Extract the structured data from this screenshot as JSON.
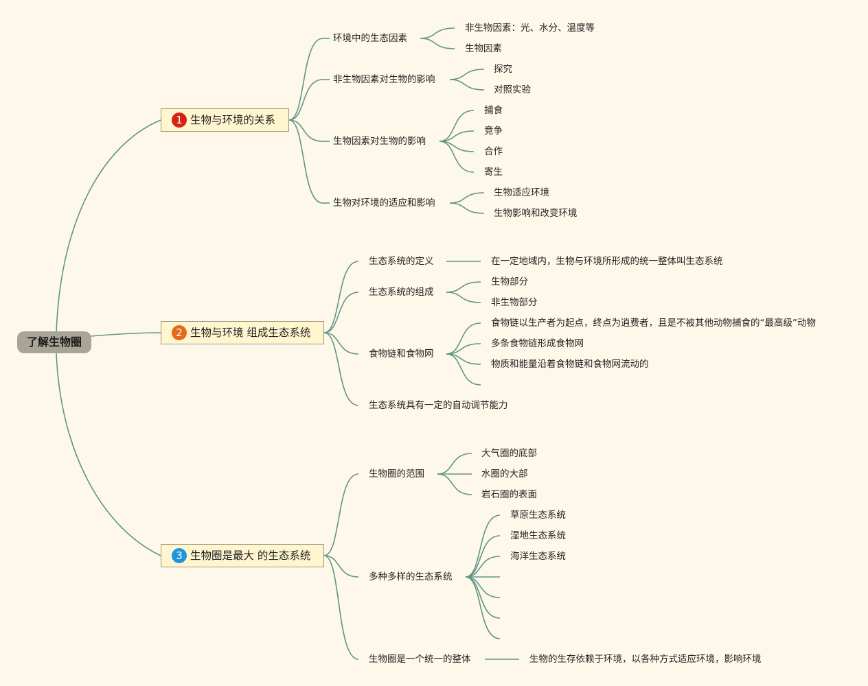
{
  "root": "了解生物圈",
  "colors": {
    "line": "#5f9585",
    "b1": "#d42416",
    "b2": "#e46a18",
    "b3": "#1f95dc"
  },
  "branches": [
    {
      "num": "1",
      "label": "生物与环境的关系",
      "children": [
        {
          "label": "环境中的生态因素",
          "children": [
            "非生物因素：光、水分、温度等",
            "生物因素"
          ]
        },
        {
          "label": "非生物因素对生物的影响",
          "children": [
            "探究",
            "对照实验"
          ]
        },
        {
          "label": "生物因素对生物的影响",
          "children": [
            "捕食",
            "竞争",
            "合作",
            "寄生"
          ]
        },
        {
          "label": "生物对环境的适应和影响",
          "children": [
            "生物适应环境",
            "生物影响和改变环境"
          ]
        }
      ]
    },
    {
      "num": "2",
      "label": "生物与环境 组成生态系统",
      "children": [
        {
          "label": "生态系统的定义",
          "children": [
            "在一定地域内，生物与环境所形成的统一整体叫生态系统"
          ]
        },
        {
          "label": "生态系统的组成",
          "children": [
            "生物部分",
            "非生物部分"
          ]
        },
        {
          "label": "食物链和食物网",
          "children": [
            "食物链以生产者为起点，终点为逍费者，且是不被其他动物捕食的“最高级”动物",
            "多条食物链形成食物网",
            "物质和能量沿着食物链和食物网流动的"
          ]
        },
        {
          "label": "生态系统具有一定的自动调节能力",
          "children": []
        }
      ]
    },
    {
      "num": "3",
      "label": "生物圈是最大 的生态系统",
      "children": [
        {
          "label": "生物圈的范围",
          "children": [
            "大气圈的底部",
            "水圈的大部",
            "岩石圈的表面"
          ]
        },
        {
          "label": "多种多样的生态系统",
          "children": [
            "草原生态系统",
            "湿地生态系统",
            "海洋生态系统"
          ]
        },
        {
          "label": "生物圈是一个统一的整体",
          "children": [
            "生物的生存依赖于环境，以各种方式适应环境，影响环境"
          ]
        }
      ]
    }
  ]
}
